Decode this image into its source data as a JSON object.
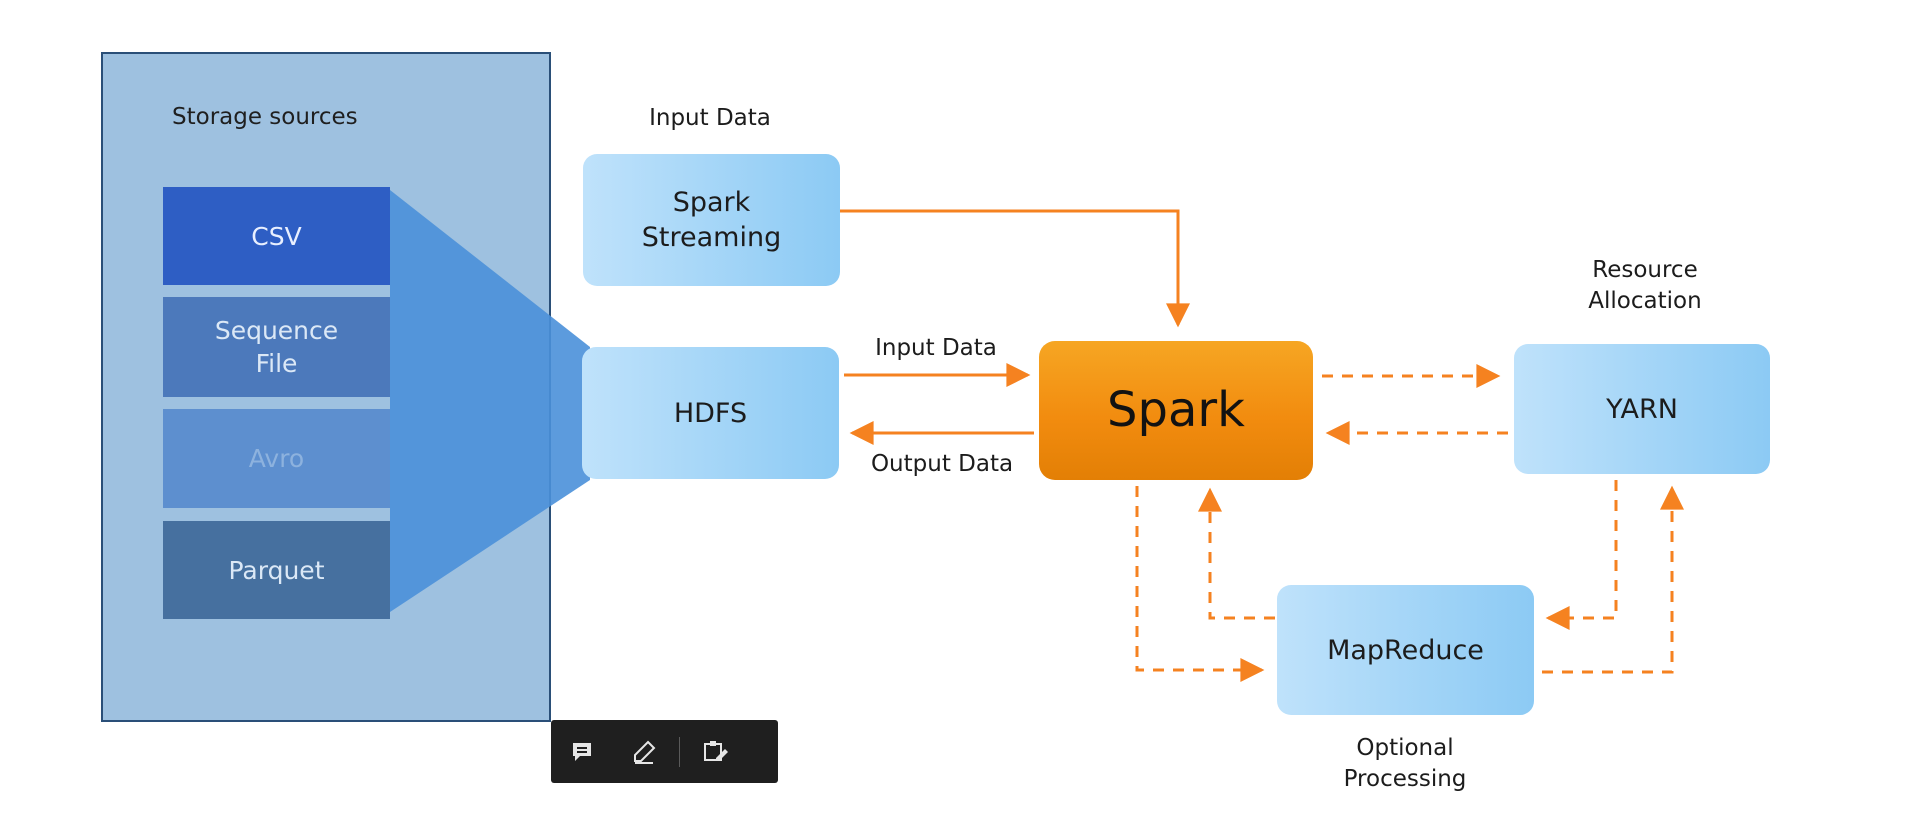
{
  "storage": {
    "title": "Storage sources",
    "formats": [
      "CSV",
      "Sequence\nFile",
      "Avro",
      "Parquet"
    ]
  },
  "nodes": {
    "streaming": "Spark\nStreaming",
    "hdfs": "HDFS",
    "spark": "Spark",
    "yarn": "YARN",
    "mapreduce": "MapReduce"
  },
  "labels": {
    "input_data_top": "Input Data",
    "input_data_mid": "Input Data",
    "output_data": "Output  Data",
    "resource_allocation": "Resource\nAllocation",
    "optional_processing": "Optional\nProcessing"
  },
  "colors": {
    "arrow": "#f58220",
    "spark": "#f39a17",
    "box": "#9fd3f7",
    "storage_panel": "#9ec1e0"
  },
  "toolbar": {
    "buttons": [
      "comment-icon",
      "pen-icon",
      "stamp-icon"
    ]
  }
}
